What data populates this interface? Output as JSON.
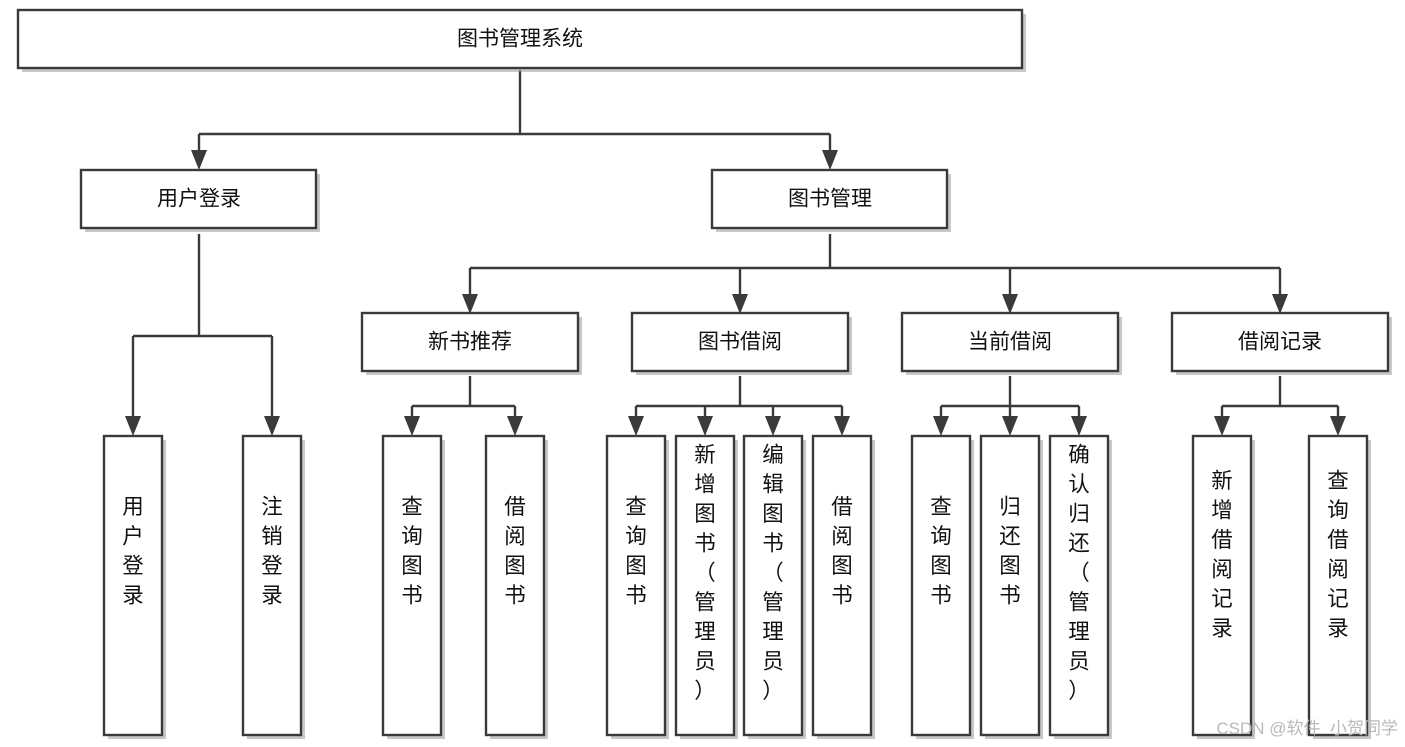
{
  "diagram": {
    "type": "tree-flowchart",
    "title_node": {
      "id": "root",
      "label": "图书管理系统"
    },
    "levels": [
      {
        "level": 1,
        "nodes": [
          {
            "id": "user-login",
            "label": "用户登录"
          },
          {
            "id": "book-manage",
            "label": "图书管理"
          }
        ]
      },
      {
        "level": 2,
        "nodes": [
          {
            "id": "new-book-rec",
            "label": "新书推荐"
          },
          {
            "id": "book-borrow",
            "label": "图书借阅"
          },
          {
            "id": "current-borrow",
            "label": "当前借阅"
          },
          {
            "id": "borrow-record",
            "label": "借阅记录"
          }
        ]
      },
      {
        "level": 3,
        "nodes": [
          {
            "id": "leaf-user-login",
            "label": "用户登录",
            "parent": "user-login"
          },
          {
            "id": "leaf-logout",
            "label": "注销登录",
            "parent": "user-login"
          },
          {
            "id": "leaf-query-book-1",
            "label": "查询图书",
            "parent": "new-book-rec"
          },
          {
            "id": "leaf-borrow-book-1",
            "label": "借阅图书",
            "parent": "new-book-rec"
          },
          {
            "id": "leaf-query-book-2",
            "label": "查询图书",
            "parent": "book-borrow"
          },
          {
            "id": "leaf-add-book",
            "label": "新增图书（管理员）",
            "parent": "book-borrow"
          },
          {
            "id": "leaf-edit-book",
            "label": "编辑图书（管理员）",
            "parent": "book-borrow"
          },
          {
            "id": "leaf-borrow-book-2",
            "label": "借阅图书",
            "parent": "book-borrow"
          },
          {
            "id": "leaf-query-book-3",
            "label": "查询图书",
            "parent": "current-borrow"
          },
          {
            "id": "leaf-return-book",
            "label": "归还图书",
            "parent": "current-borrow"
          },
          {
            "id": "leaf-confirm-return",
            "label": "确认归还（管理员）",
            "parent": "current-borrow"
          },
          {
            "id": "leaf-add-record",
            "label": "新增借阅记录",
            "parent": "borrow-record"
          },
          {
            "id": "leaf-query-record",
            "label": "查询借阅记录",
            "parent": "borrow-record"
          }
        ]
      }
    ],
    "colors": {
      "stroke": "#3a3a3a",
      "fill": "#ffffff",
      "text": "#111111",
      "watermark": "#b9b9b9",
      "background": "#ffffff"
    }
  },
  "watermark": {
    "text": "CSDN @软件_小贺同学"
  }
}
